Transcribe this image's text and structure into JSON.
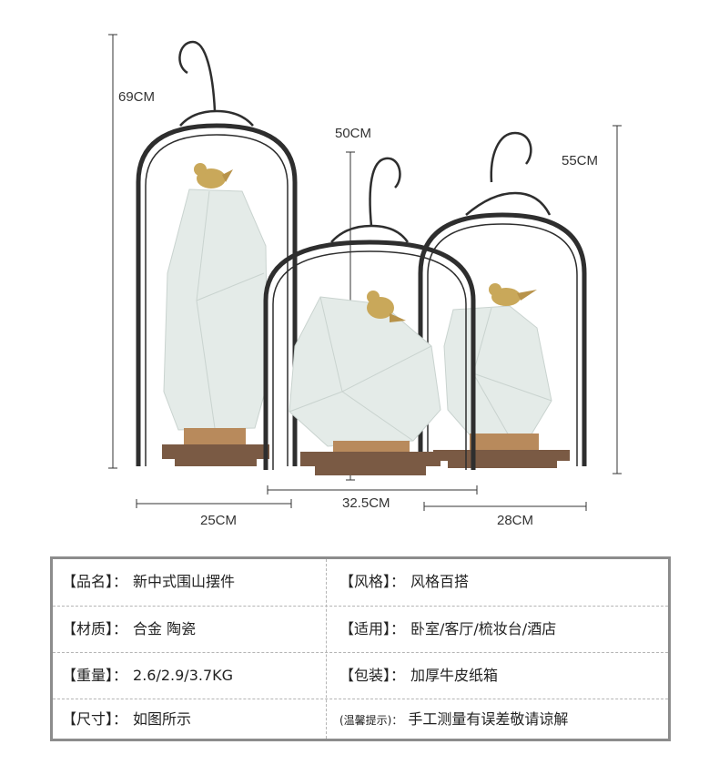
{
  "dimensions": {
    "height_tall": "69CM",
    "height_mid": "50CM",
    "height_right": "55CM",
    "width_left": "25CM",
    "width_mid": "32.5CM",
    "width_right": "28CM"
  },
  "colors": {
    "frame": "#2e2e2e",
    "porcelain": "#e4ebe8",
    "porcelain_shade": "#c9d3cf",
    "base_bronze": "#7a5a44",
    "ring_gold": "#b88a5c",
    "bird_gold": "#c9a85a",
    "table_border": "#8c8c8c"
  },
  "specs": {
    "rows": [
      {
        "left_key": "【品名】：",
        "left_value": "新中式围山摆件",
        "right_key": "【风格】：",
        "right_value": "风格百搭"
      },
      {
        "left_key": "【材质】：",
        "left_value": "合金  陶瓷",
        "right_key": "【适用】：",
        "right_value": "卧室/客厅/梳妆台/酒店"
      },
      {
        "left_key": "【重量】：",
        "left_value": "2.6/2.9/3.7KG",
        "right_key": "【包装】：",
        "right_value": "加厚牛皮纸箱"
      },
      {
        "left_key": "【尺寸】：",
        "left_value": "如图所示",
        "right_key": "(温馨提示)：",
        "right_value": "手工测量有误差敬请谅解"
      }
    ]
  }
}
